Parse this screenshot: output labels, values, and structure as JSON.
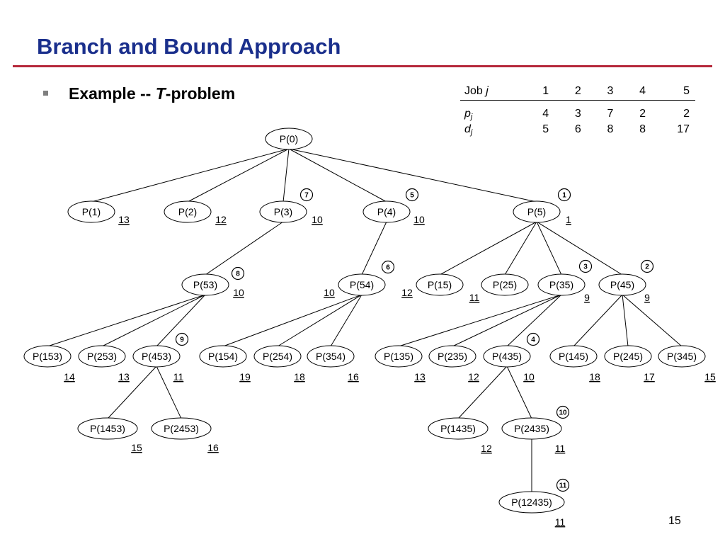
{
  "slide": {
    "title": "Branch and Bound Approach",
    "bullet_prefix": "Example -- ",
    "bullet_var": "T",
    "bullet_suffix": "-problem",
    "page_number": "15"
  },
  "job_table": {
    "header_label": "Job ",
    "header_var": "j",
    "jobs": [
      "1",
      "2",
      "3",
      "4",
      "5"
    ],
    "p_label": "p",
    "p_sub": "j",
    "p_values": [
      "4",
      "3",
      "7",
      "2",
      "2"
    ],
    "d_label": "d",
    "d_sub": "j",
    "d_values": [
      "5",
      "6",
      "8",
      "8",
      "17"
    ]
  },
  "colors": {
    "title": "#1a2f8c",
    "rule": "#b5283a",
    "bullet": "#7f7f7f"
  },
  "tree": {
    "nodes": [
      {
        "id": "P(0)",
        "bound": "",
        "order": ""
      },
      {
        "id": "P(1)",
        "bound": "13",
        "order": ""
      },
      {
        "id": "P(2)",
        "bound": "12",
        "order": ""
      },
      {
        "id": "P(3)",
        "bound": "10",
        "order": "7"
      },
      {
        "id": "P(4)",
        "bound": "10",
        "order": "5"
      },
      {
        "id": "P(5)",
        "bound": "1",
        "order": "1"
      },
      {
        "id": "P(53)",
        "bound": "10",
        "order": "8"
      },
      {
        "id": "P(54)",
        "bound": "10",
        "order": "6"
      },
      {
        "id": "P(15)",
        "bound": "12",
        "order": ""
      },
      {
        "id": "P(25)",
        "bound": "11",
        "order": ""
      },
      {
        "id": "P(35)",
        "bound": "9",
        "order": "3"
      },
      {
        "id": "P(45)",
        "bound": "9",
        "order": "2"
      },
      {
        "id": "P(153)",
        "bound": "14",
        "order": ""
      },
      {
        "id": "P(253)",
        "bound": "13",
        "order": ""
      },
      {
        "id": "P(453)",
        "bound": "11",
        "order": "9"
      },
      {
        "id": "P(154)",
        "bound": "19",
        "order": ""
      },
      {
        "id": "P(254)",
        "bound": "18",
        "order": ""
      },
      {
        "id": "P(354)",
        "bound": "16",
        "order": ""
      },
      {
        "id": "P(135)",
        "bound": "13",
        "order": ""
      },
      {
        "id": "P(235)",
        "bound": "12",
        "order": ""
      },
      {
        "id": "P(435)",
        "bound": "10",
        "order": "4"
      },
      {
        "id": "P(145)",
        "bound": "18",
        "order": ""
      },
      {
        "id": "P(245)",
        "bound": "17",
        "order": ""
      },
      {
        "id": "P(345)",
        "bound": "15",
        "order": ""
      },
      {
        "id": "P(1453)",
        "bound": "15",
        "order": ""
      },
      {
        "id": "P(2453)",
        "bound": "16",
        "order": ""
      },
      {
        "id": "P(1435)",
        "bound": "12",
        "order": ""
      },
      {
        "id": "P(2435)",
        "bound": "11",
        "order": "10"
      },
      {
        "id": "P(12435)",
        "bound": "11",
        "order": "11"
      }
    ],
    "edges": [
      [
        "P(0)",
        "P(1)"
      ],
      [
        "P(0)",
        "P(2)"
      ],
      [
        "P(0)",
        "P(3)"
      ],
      [
        "P(0)",
        "P(4)"
      ],
      [
        "P(0)",
        "P(5)"
      ],
      [
        "P(3)",
        "P(53)"
      ],
      [
        "P(4)",
        "P(54)"
      ],
      [
        "P(5)",
        "P(15)"
      ],
      [
        "P(5)",
        "P(25)"
      ],
      [
        "P(5)",
        "P(35)"
      ],
      [
        "P(5)",
        "P(45)"
      ],
      [
        "P(53)",
        "P(153)"
      ],
      [
        "P(53)",
        "P(253)"
      ],
      [
        "P(53)",
        "P(453)"
      ],
      [
        "P(54)",
        "P(154)"
      ],
      [
        "P(54)",
        "P(254)"
      ],
      [
        "P(54)",
        "P(354)"
      ],
      [
        "P(35)",
        "P(135)"
      ],
      [
        "P(35)",
        "P(235)"
      ],
      [
        "P(35)",
        "P(435)"
      ],
      [
        "P(45)",
        "P(145)"
      ],
      [
        "P(45)",
        "P(245)"
      ],
      [
        "P(45)",
        "P(345)"
      ],
      [
        "P(453)",
        "P(1453)"
      ],
      [
        "P(453)",
        "P(2453)"
      ],
      [
        "P(435)",
        "P(1435)"
      ],
      [
        "P(435)",
        "P(2435)"
      ],
      [
        "P(2435)",
        "P(12435)"
      ]
    ]
  }
}
